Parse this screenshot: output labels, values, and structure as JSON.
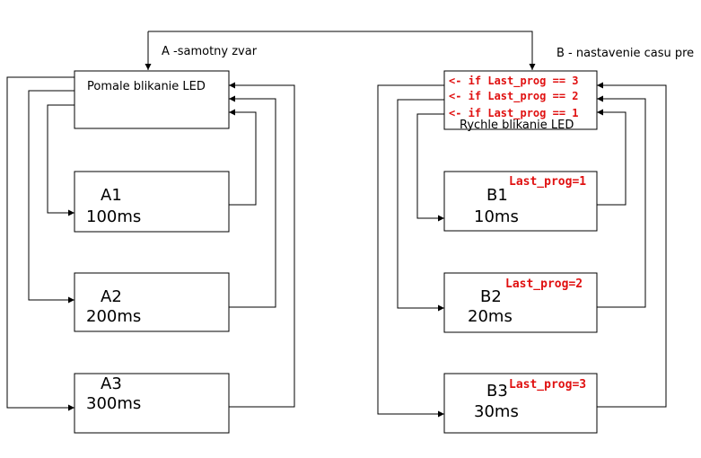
{
  "labels": {
    "top_left": "A -samotny zvar",
    "top_right": "B - nastavenie casu pre"
  },
  "left": {
    "main": "Pomale blikanie LED",
    "a1": {
      "name": "A1",
      "time": "100ms"
    },
    "a2": {
      "name": "A2",
      "time": "200ms"
    },
    "a3": {
      "name": "A3",
      "time": "300ms"
    }
  },
  "right": {
    "main": "Rychle blikanie LED",
    "conditions": [
      "<- if Last_prog == 3",
      "<- if Last_prog == 2",
      "<- if Last_prog == 1"
    ],
    "b1": {
      "name": "B1",
      "time": "10ms",
      "tag": "Last_prog=1"
    },
    "b2": {
      "name": "B2",
      "time": "20ms",
      "tag": "Last_prog=2"
    },
    "b3": {
      "name": "B3",
      "time": "30ms",
      "tag": "Last_prog=3"
    }
  },
  "colors": {
    "line": "#000000",
    "highlight": "#e01010",
    "background": "#ffffff"
  }
}
